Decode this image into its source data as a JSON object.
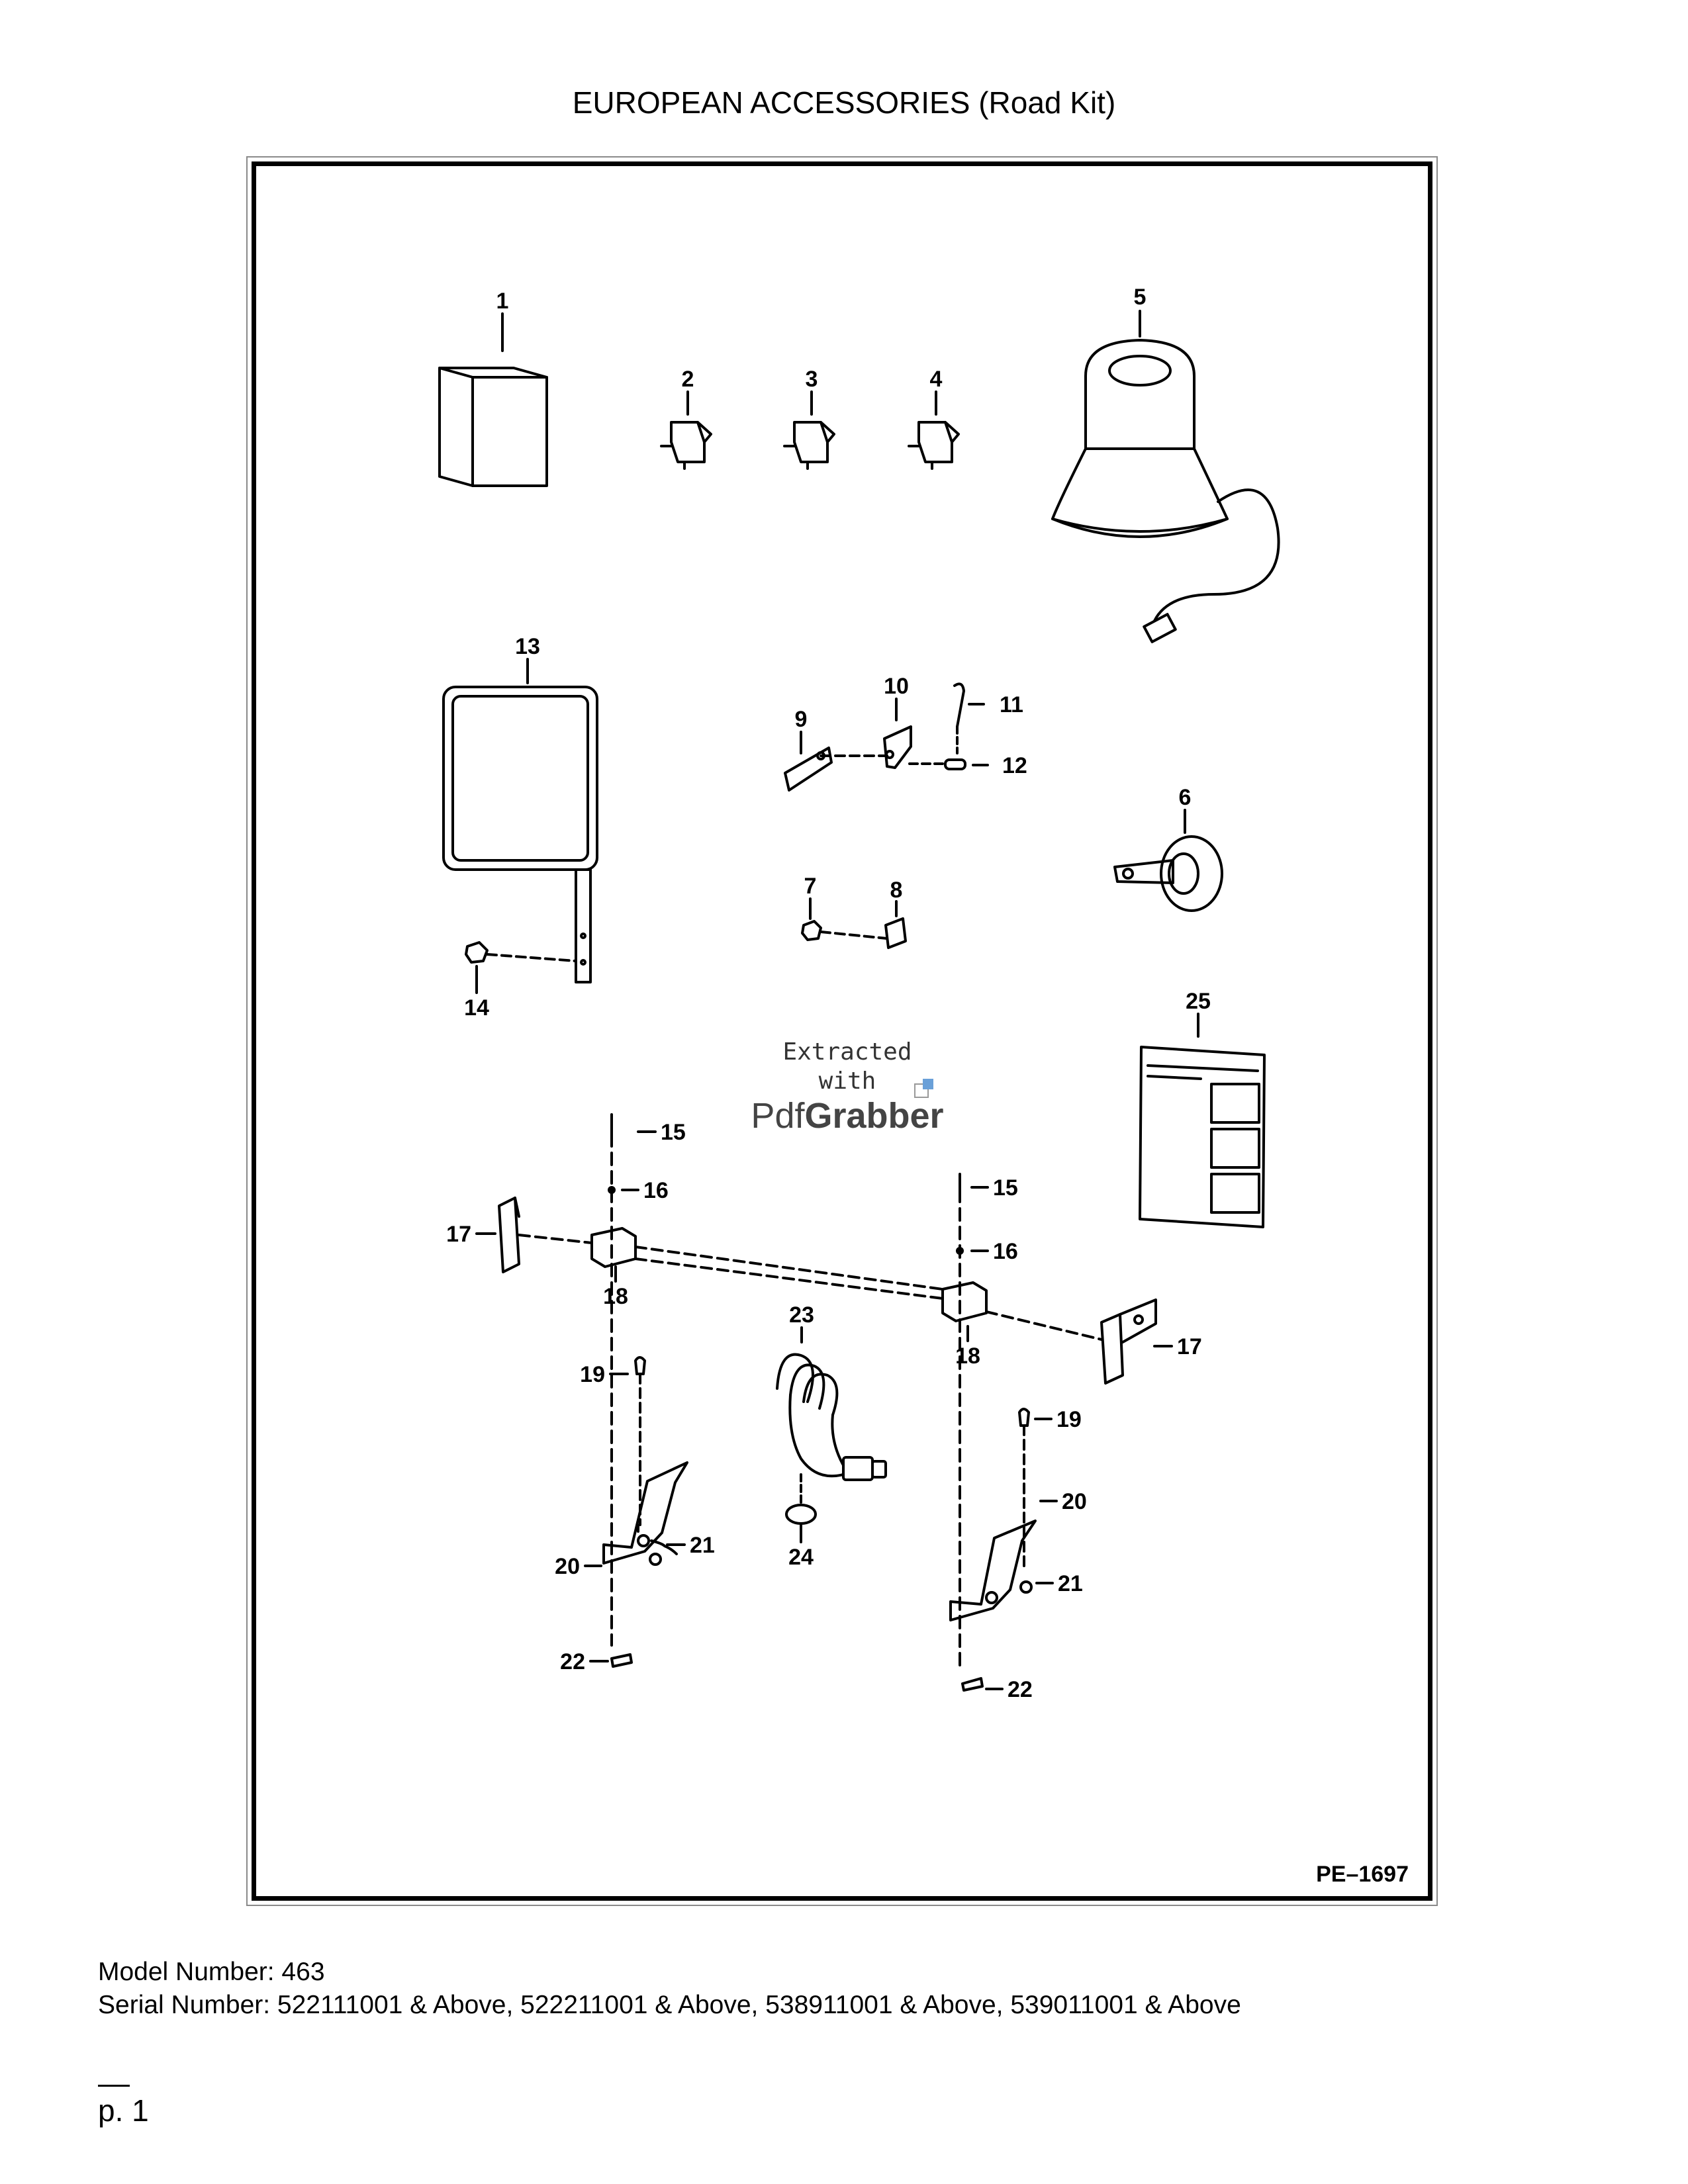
{
  "page": {
    "title": "EUROPEAN ACCESSORIES (Road Kit)",
    "model_line": "Model Number: 463",
    "serial_line": "Serial Number: 522111001 & Above, 522211001 & Above, 538911001 & Above, 539011001 & Above",
    "page_number": "p. 1"
  },
  "diagram": {
    "drawing_id": "PE–1697",
    "callouts": [
      "1",
      "2",
      "3",
      "4",
      "5",
      "6",
      "7",
      "8",
      "9",
      "10",
      "11",
      "12",
      "13",
      "14",
      "15",
      "16",
      "17",
      "18",
      "19",
      "20",
      "21",
      "22",
      "23",
      "24",
      "25",
      "15",
      "16",
      "17",
      "18",
      "19",
      "20",
      "21",
      "22"
    ]
  },
  "watermark": {
    "line1": "Extracted",
    "line2": "with",
    "brand_pdf": "Pdf",
    "brand_grabber": "Grabber"
  }
}
